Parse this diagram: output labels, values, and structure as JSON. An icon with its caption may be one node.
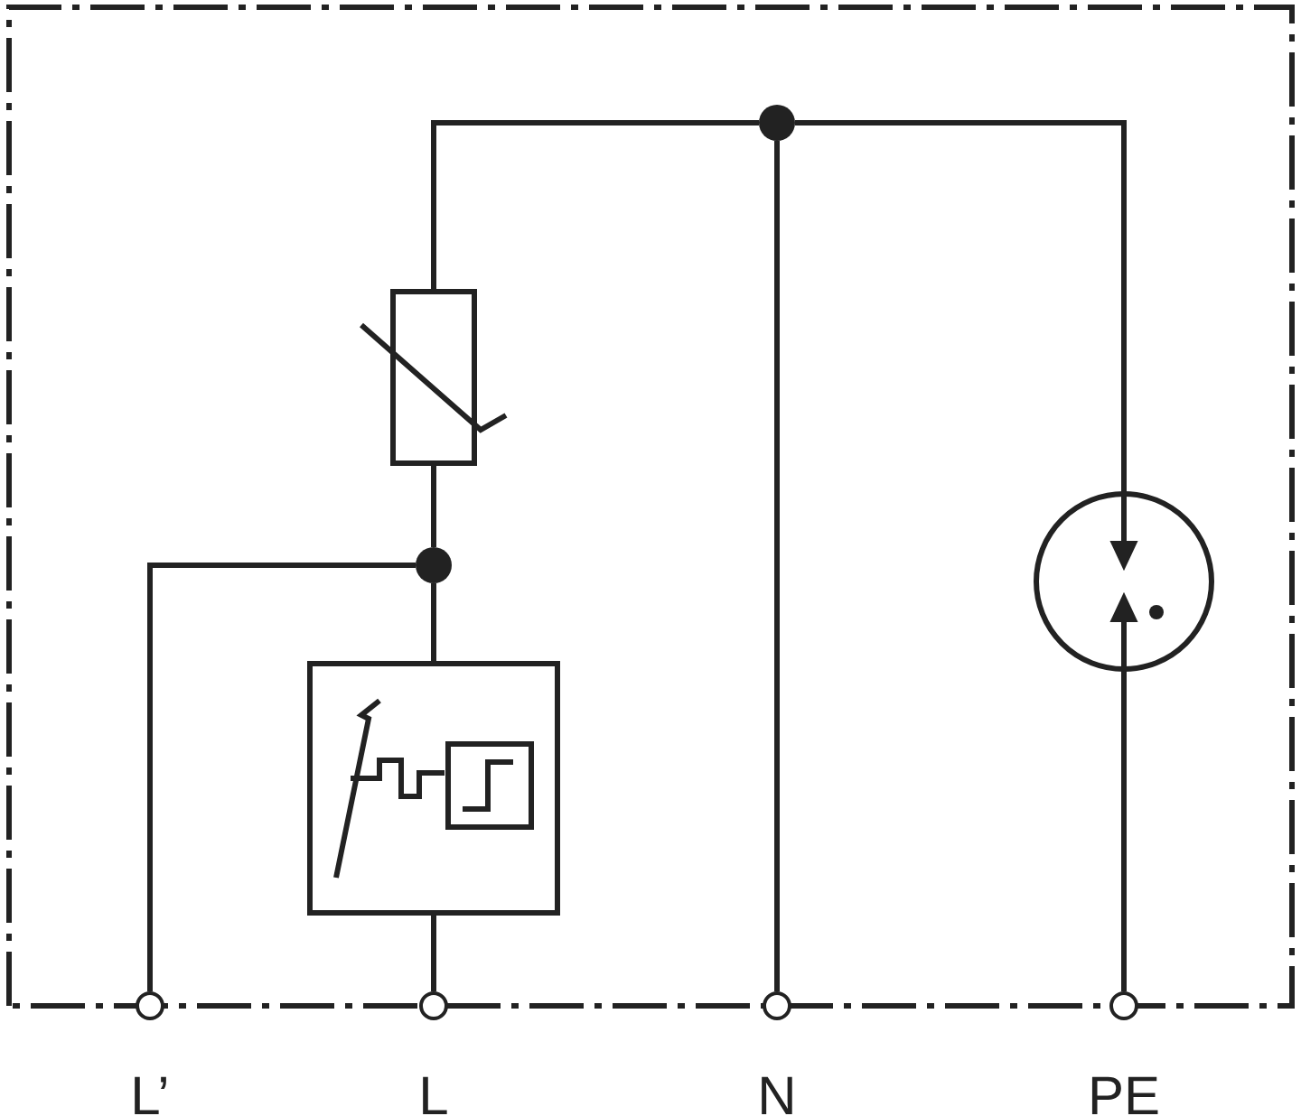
{
  "diagram": {
    "nodes": [
      {
        "text": [
          "L’"
        ]
      },
      {
        "text": [
          "L"
        ]
      },
      {
        "text": [
          "N"
        ]
      },
      {
        "text": [
          "PE"
        ]
      },
      {
        "text": [],
        "shape": "circle"
      },
      {
        "text": [],
        "shape": "box"
      },
      {
        "text": [],
        "shape": "circle"
      },
      {
        "text": [],
        "shape": "box"
      },
      {
        "text": [],
        "shape": "circle"
      }
    ],
    "edges": [
      {
        "from": 5,
        "to": 4,
        "arrow": "none"
      },
      {
        "from": 4,
        "to": 2,
        "arrow": "none"
      },
      {
        "from": 4,
        "to": 8,
        "arrow": "none"
      },
      {
        "from": 8,
        "to": 3,
        "arrow": "none"
      },
      {
        "from": 5,
        "to": 6,
        "arrow": "none"
      },
      {
        "from": 6,
        "to": 7,
        "arrow": "none"
      },
      {
        "from": 6,
        "to": 0,
        "arrow": "none"
      },
      {
        "from": 7,
        "to": 1,
        "arrow": "none"
      }
    ]
  }
}
